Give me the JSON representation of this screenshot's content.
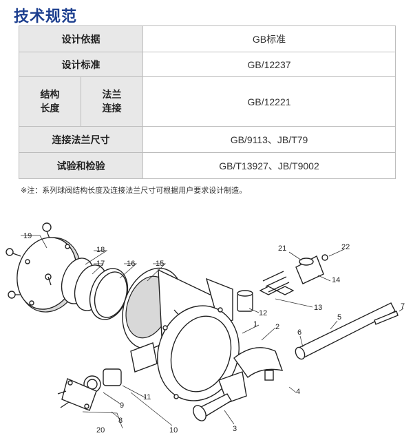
{
  "heading": "技术规范",
  "spec": {
    "row1": {
      "label": "设计依据",
      "value": "GB标准"
    },
    "row2": {
      "label": "设计标准",
      "value": "GB/12237"
    },
    "row3": {
      "label_a_1": "结构",
      "label_a_2": "长度",
      "label_b_1": "法兰",
      "label_b_2": "连接",
      "value": "GB/12221"
    },
    "row4": {
      "label": "连接法兰尺寸",
      "value": "GB/9113、JB/T79"
    },
    "row5": {
      "label": "试验和检验",
      "value": "GB/T13927、JB/T9002"
    }
  },
  "note": "※注：系列球阀结构长度及连接法兰尺寸可根据用户要求设计制造。",
  "callouts": {
    "n1": "1",
    "n2": "2",
    "n3": "3",
    "n4": "4",
    "n5": "5",
    "n6": "6",
    "n7": "7",
    "n8": "8",
    "n9": "9",
    "n10": "10",
    "n11": "11",
    "n12": "12",
    "n13": "13",
    "n14": "14",
    "n15": "15",
    "n16": "16",
    "n17": "17",
    "n18": "18",
    "n19": "19",
    "n20": "20",
    "n21": "21",
    "n22": "22"
  }
}
